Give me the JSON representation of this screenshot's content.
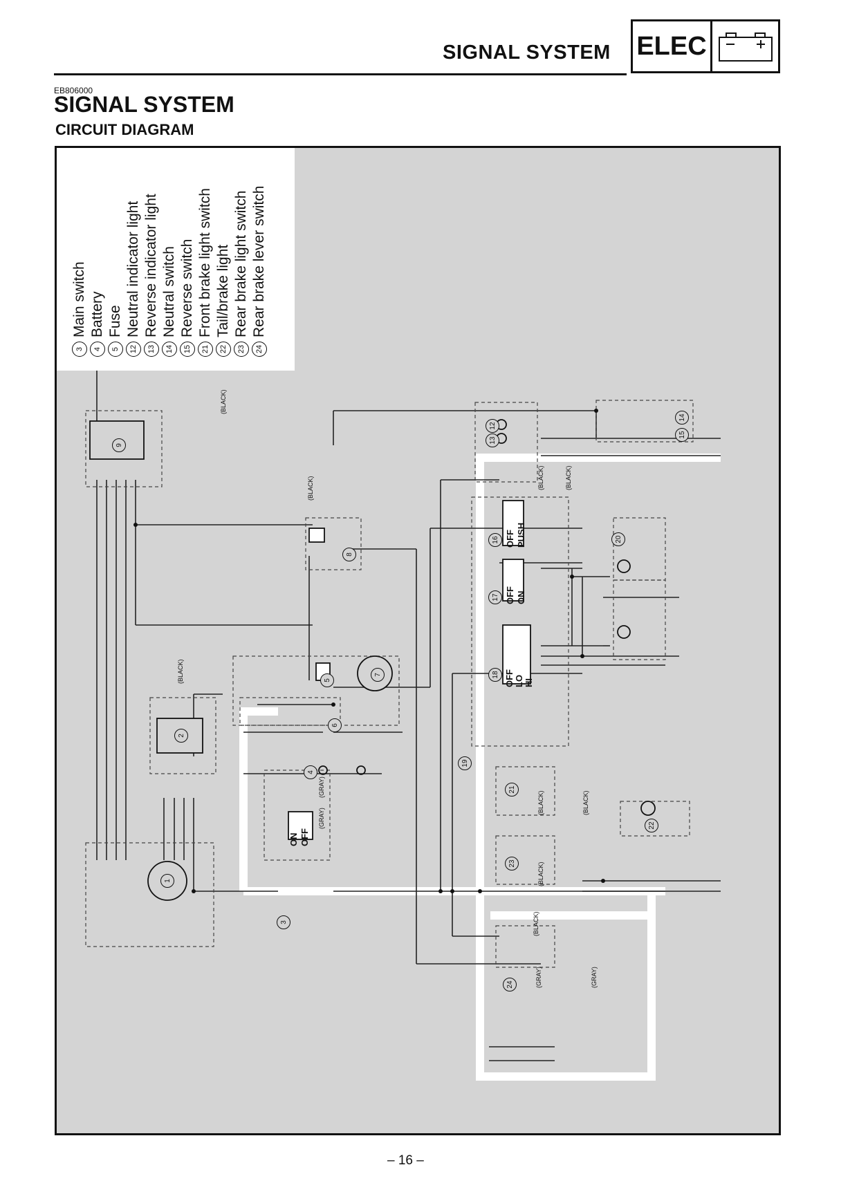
{
  "header": {
    "title": "SIGNAL SYSTEM",
    "badge": "ELEC"
  },
  "section": {
    "code": "EB806000",
    "title": "SIGNAL SYSTEM",
    "subtitle": "CIRCUIT DIAGRAM"
  },
  "legend": [
    {
      "num": "3",
      "label": "Main switch"
    },
    {
      "num": "4",
      "label": "Battery"
    },
    {
      "num": "5",
      "label": "Fuse"
    },
    {
      "num": "12",
      "label": "Neutral indicator light"
    },
    {
      "num": "13",
      "label": "Reverse indicator light"
    },
    {
      "num": "14",
      "label": "Neutral switch"
    },
    {
      "num": "15",
      "label": "Reverse switch"
    },
    {
      "num": "21",
      "label": "Front brake light switch"
    },
    {
      "num": "22",
      "label": "Tail/brake light"
    },
    {
      "num": "23",
      "label": "Rear brake light switch"
    },
    {
      "num": "24",
      "label": "Rear brake lever switch"
    }
  ],
  "switch_labels": {
    "main_on": "ON",
    "main_off": "OFF",
    "s16_off": "OFF",
    "s16_push": "PUSH",
    "s17_off": "OFF",
    "s17_on": "ON",
    "s18_off": "OFF",
    "s18_lo": "LO",
    "s18_hi": "HI"
  },
  "connector_color_labels": {
    "black": "(BLACK)",
    "gray": "(GRAY)"
  },
  "component_numbers": [
    "1",
    "2",
    "3",
    "4",
    "5",
    "6",
    "7",
    "8",
    "9",
    "12",
    "13",
    "14",
    "15",
    "16",
    "17",
    "18",
    "19",
    "20",
    "21",
    "22",
    "23",
    "24"
  ],
  "page_number": "– 16 –"
}
